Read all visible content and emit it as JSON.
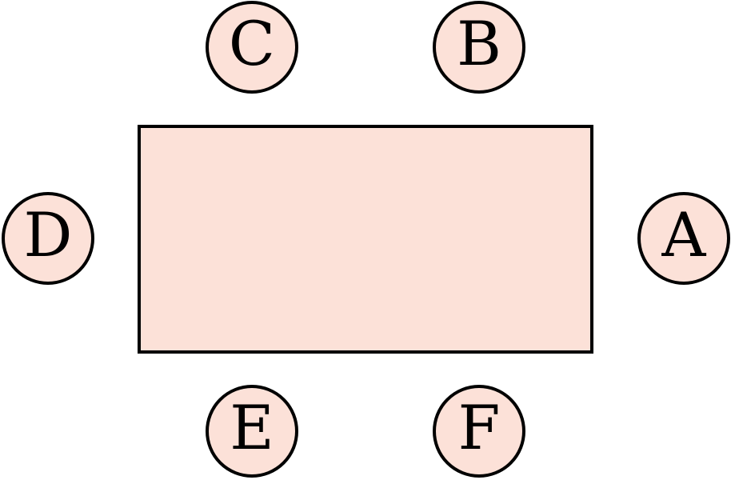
{
  "colors": {
    "fill": "#fce1d8",
    "stroke": "#000000",
    "background": "#ffffff"
  },
  "table": {
    "shape": "rectangle"
  },
  "seats": [
    {
      "id": "A",
      "label": "A"
    },
    {
      "id": "B",
      "label": "B"
    },
    {
      "id": "C",
      "label": "C"
    },
    {
      "id": "D",
      "label": "D"
    },
    {
      "id": "E",
      "label": "E"
    },
    {
      "id": "F",
      "label": "F"
    }
  ]
}
